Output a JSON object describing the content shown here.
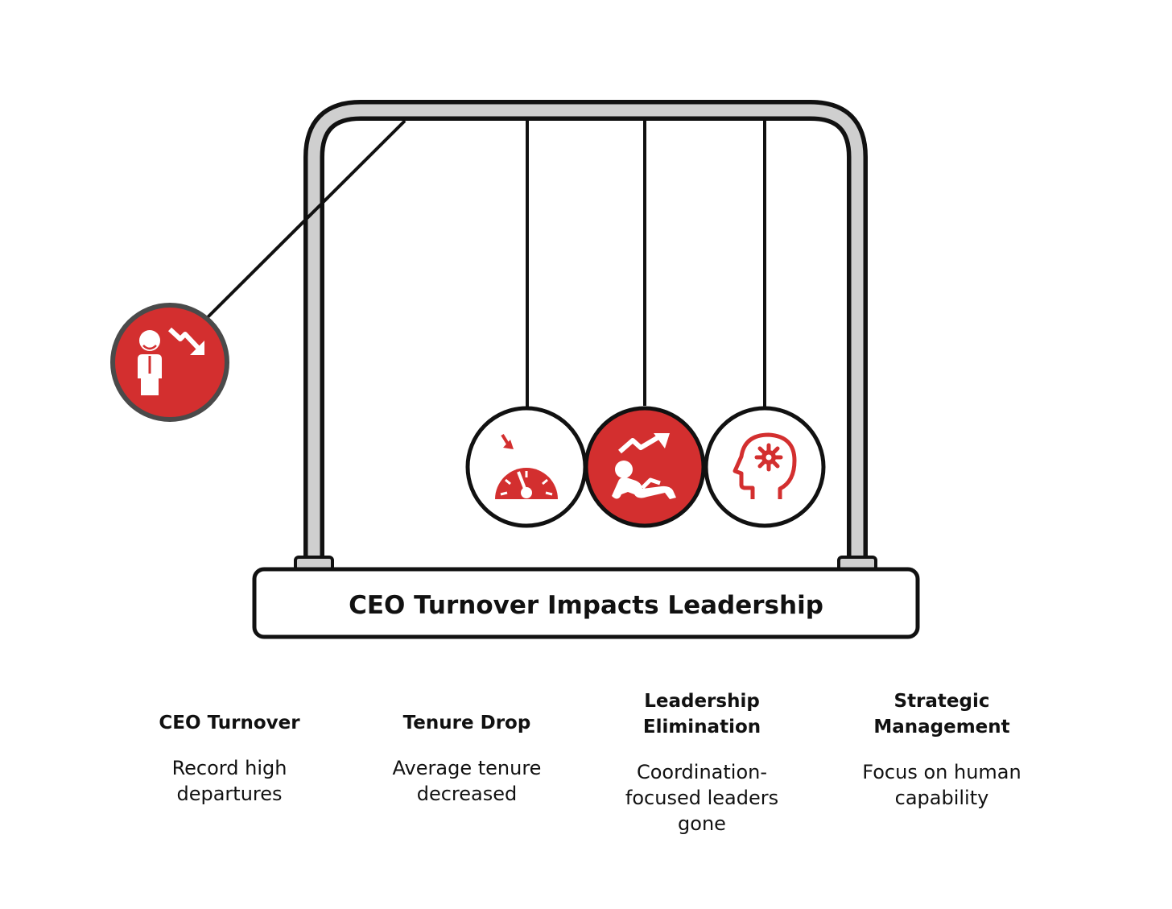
{
  "title": "CEO Turnover Impacts Leadership",
  "colors": {
    "accent": "#d32f2f",
    "outline": "#111111",
    "frame_fill": "#cfcfcf",
    "swing_ball_border": "#4a4a4a",
    "background": "#ffffff"
  },
  "balls": [
    {
      "icon": "ceo-decline-icon",
      "filled": true
    },
    {
      "icon": "speedometer-drop-icon",
      "filled": false
    },
    {
      "icon": "falling-person-icon",
      "filled": true
    },
    {
      "icon": "head-gear-icon",
      "filled": false
    }
  ],
  "labels": [
    {
      "heading": "CEO Turnover",
      "description": "Record high\ndepartures"
    },
    {
      "heading": "Tenure Drop",
      "description": "Average tenure\ndecreased"
    },
    {
      "heading": "Leadership\nElimination",
      "description": "Coordination-\nfocused leaders\ngone"
    },
    {
      "heading": "Strategic\nManagement",
      "description": "Focus on human\ncapability"
    }
  ]
}
